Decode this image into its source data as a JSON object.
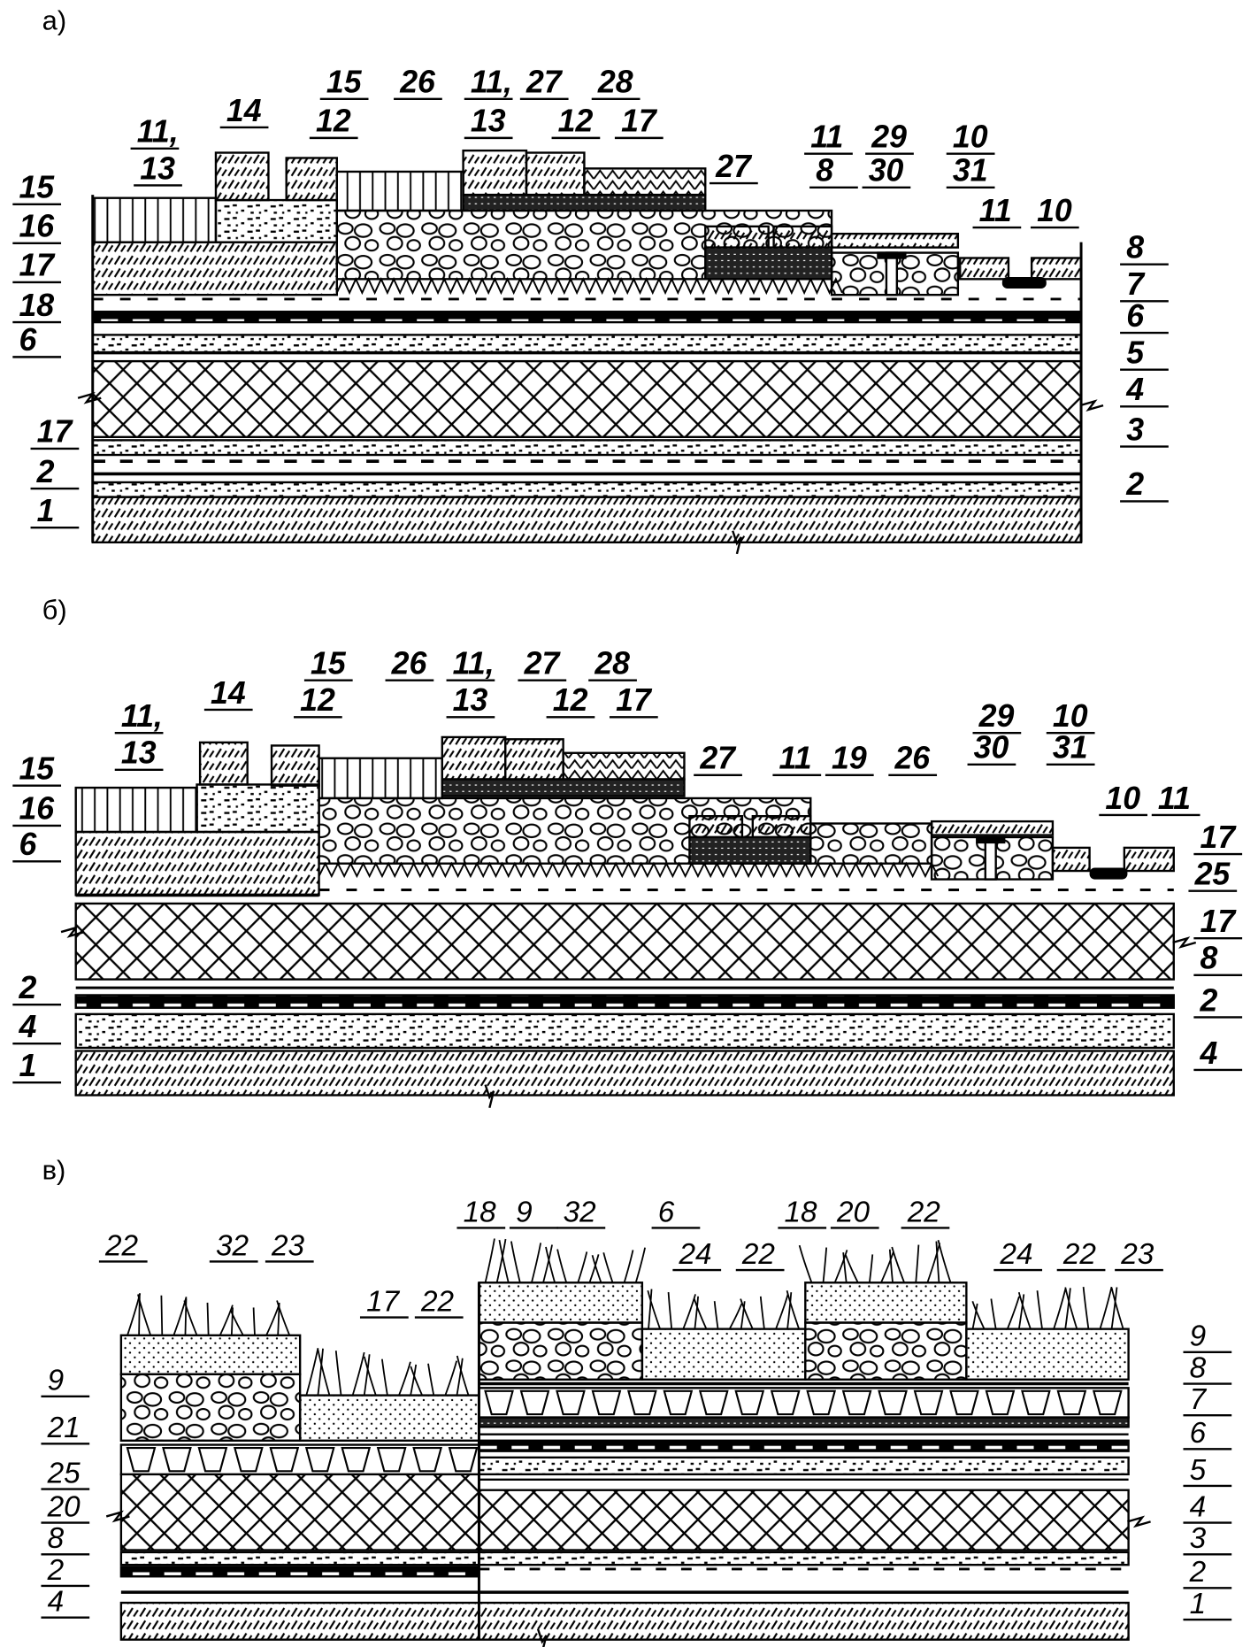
{
  "figures": {
    "a": {
      "caption": "а)",
      "labels": [
        "15",
        "16",
        "17",
        "18",
        "6",
        "17",
        "2",
        "1",
        "11,",
        "13",
        "14",
        "15",
        "12",
        "26",
        "11,",
        "13",
        "27",
        "12",
        "28",
        "17",
        "27",
        "11",
        "8",
        "29",
        "10",
        "30",
        "31",
        "11",
        "10",
        "8",
        "7",
        "6",
        "5",
        "4",
        "3",
        "2"
      ]
    },
    "b": {
      "caption": "б)",
      "labels": [
        "15",
        "16",
        "6",
        "2",
        "4",
        "1",
        "11,",
        "13",
        "14",
        "15",
        "12",
        "26",
        "11,",
        "13",
        "27",
        "12",
        "28",
        "17",
        "27",
        "11",
        "19",
        "26",
        "29",
        "10",
        "30",
        "31",
        "10",
        "11",
        "17",
        "25",
        "17",
        "8",
        "2",
        "4"
      ]
    },
    "v": {
      "caption": "в)",
      "labels": [
        "22",
        "32",
        "23",
        "17",
        "22",
        "18",
        "9",
        "32",
        "6",
        "24",
        "22",
        "18",
        "20",
        "22",
        "24",
        "22",
        "23",
        "9",
        "21",
        "25",
        "20",
        "8",
        "2",
        "4",
        "9",
        "8",
        "7",
        "6",
        "5",
        "4",
        "3",
        "2",
        "1"
      ]
    }
  }
}
